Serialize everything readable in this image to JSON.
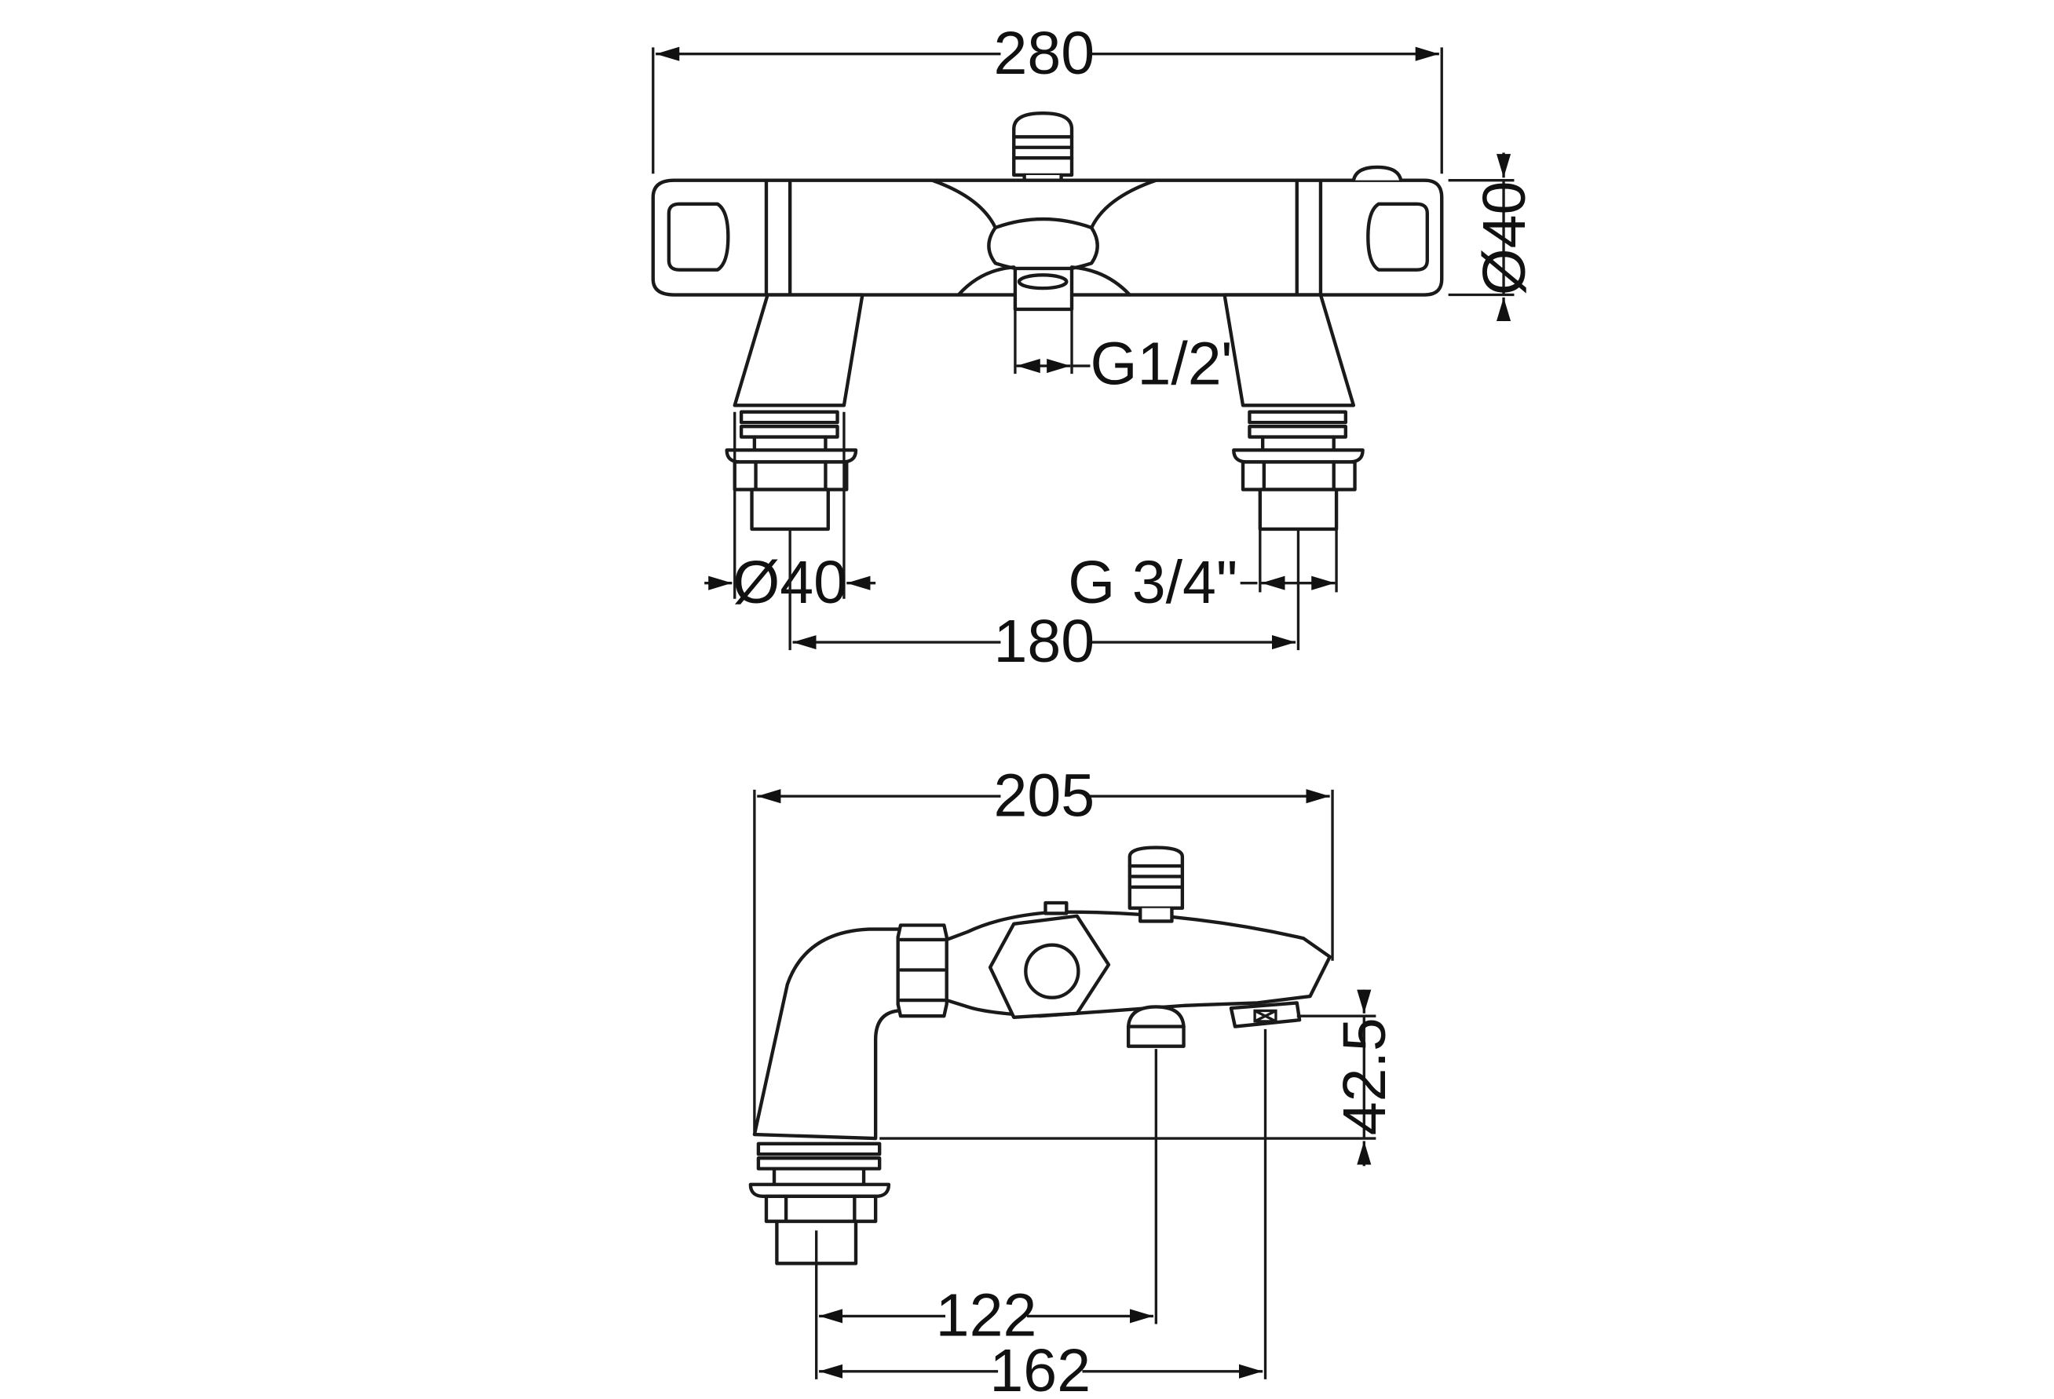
{
  "diagram": {
    "views": [
      {
        "id": "front-view",
        "dimensions": {
          "overall_width": "280",
          "body_diameter": "Ø40",
          "outlet_thread": "G1/2\"",
          "leg_diameter": "Ø40",
          "inlet_thread": "G 3/4\"",
          "inlet_centres": "180"
        }
      },
      {
        "id": "side-view",
        "dimensions": {
          "overall_depth": "205",
          "spout_height": "42.5",
          "handset_offset": "122",
          "spout_offset": "162"
        }
      }
    ]
  }
}
